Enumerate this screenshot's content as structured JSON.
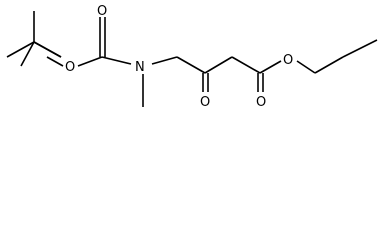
{
  "molecule": {
    "atoms": {
      "carbamate_ether_oxygen": "O",
      "carbamate_carbonyl_oxygen": "O",
      "nitrogen": "N",
      "ketone_oxygen": "O",
      "ester_carbonyl_oxygen": "O",
      "ester_ether_oxygen": "O"
    }
  }
}
